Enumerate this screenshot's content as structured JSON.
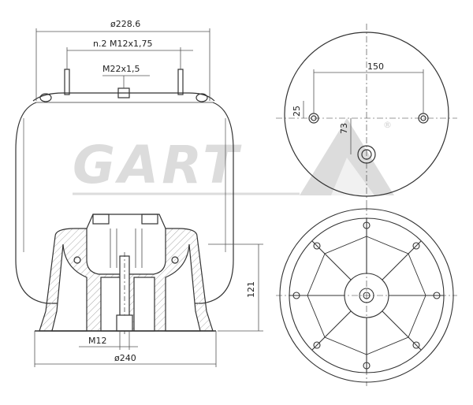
{
  "brand": {
    "name": "GART",
    "registered": "®"
  },
  "dimensions": {
    "overall_top_diameter": "ø228.6",
    "mount_studs": "n.2  M12x1,75",
    "air_fitting": "M22x1,5",
    "height": "121",
    "bottom_thread": "M12",
    "bottom_diameter": "ø240",
    "top_stud_spacing": "150",
    "side_offset": "25",
    "fitting_offset": "73"
  },
  "colors": {
    "line": "#333333",
    "dim": "#555555",
    "watermark": "#d9d9d9",
    "hatch": "#999999"
  }
}
